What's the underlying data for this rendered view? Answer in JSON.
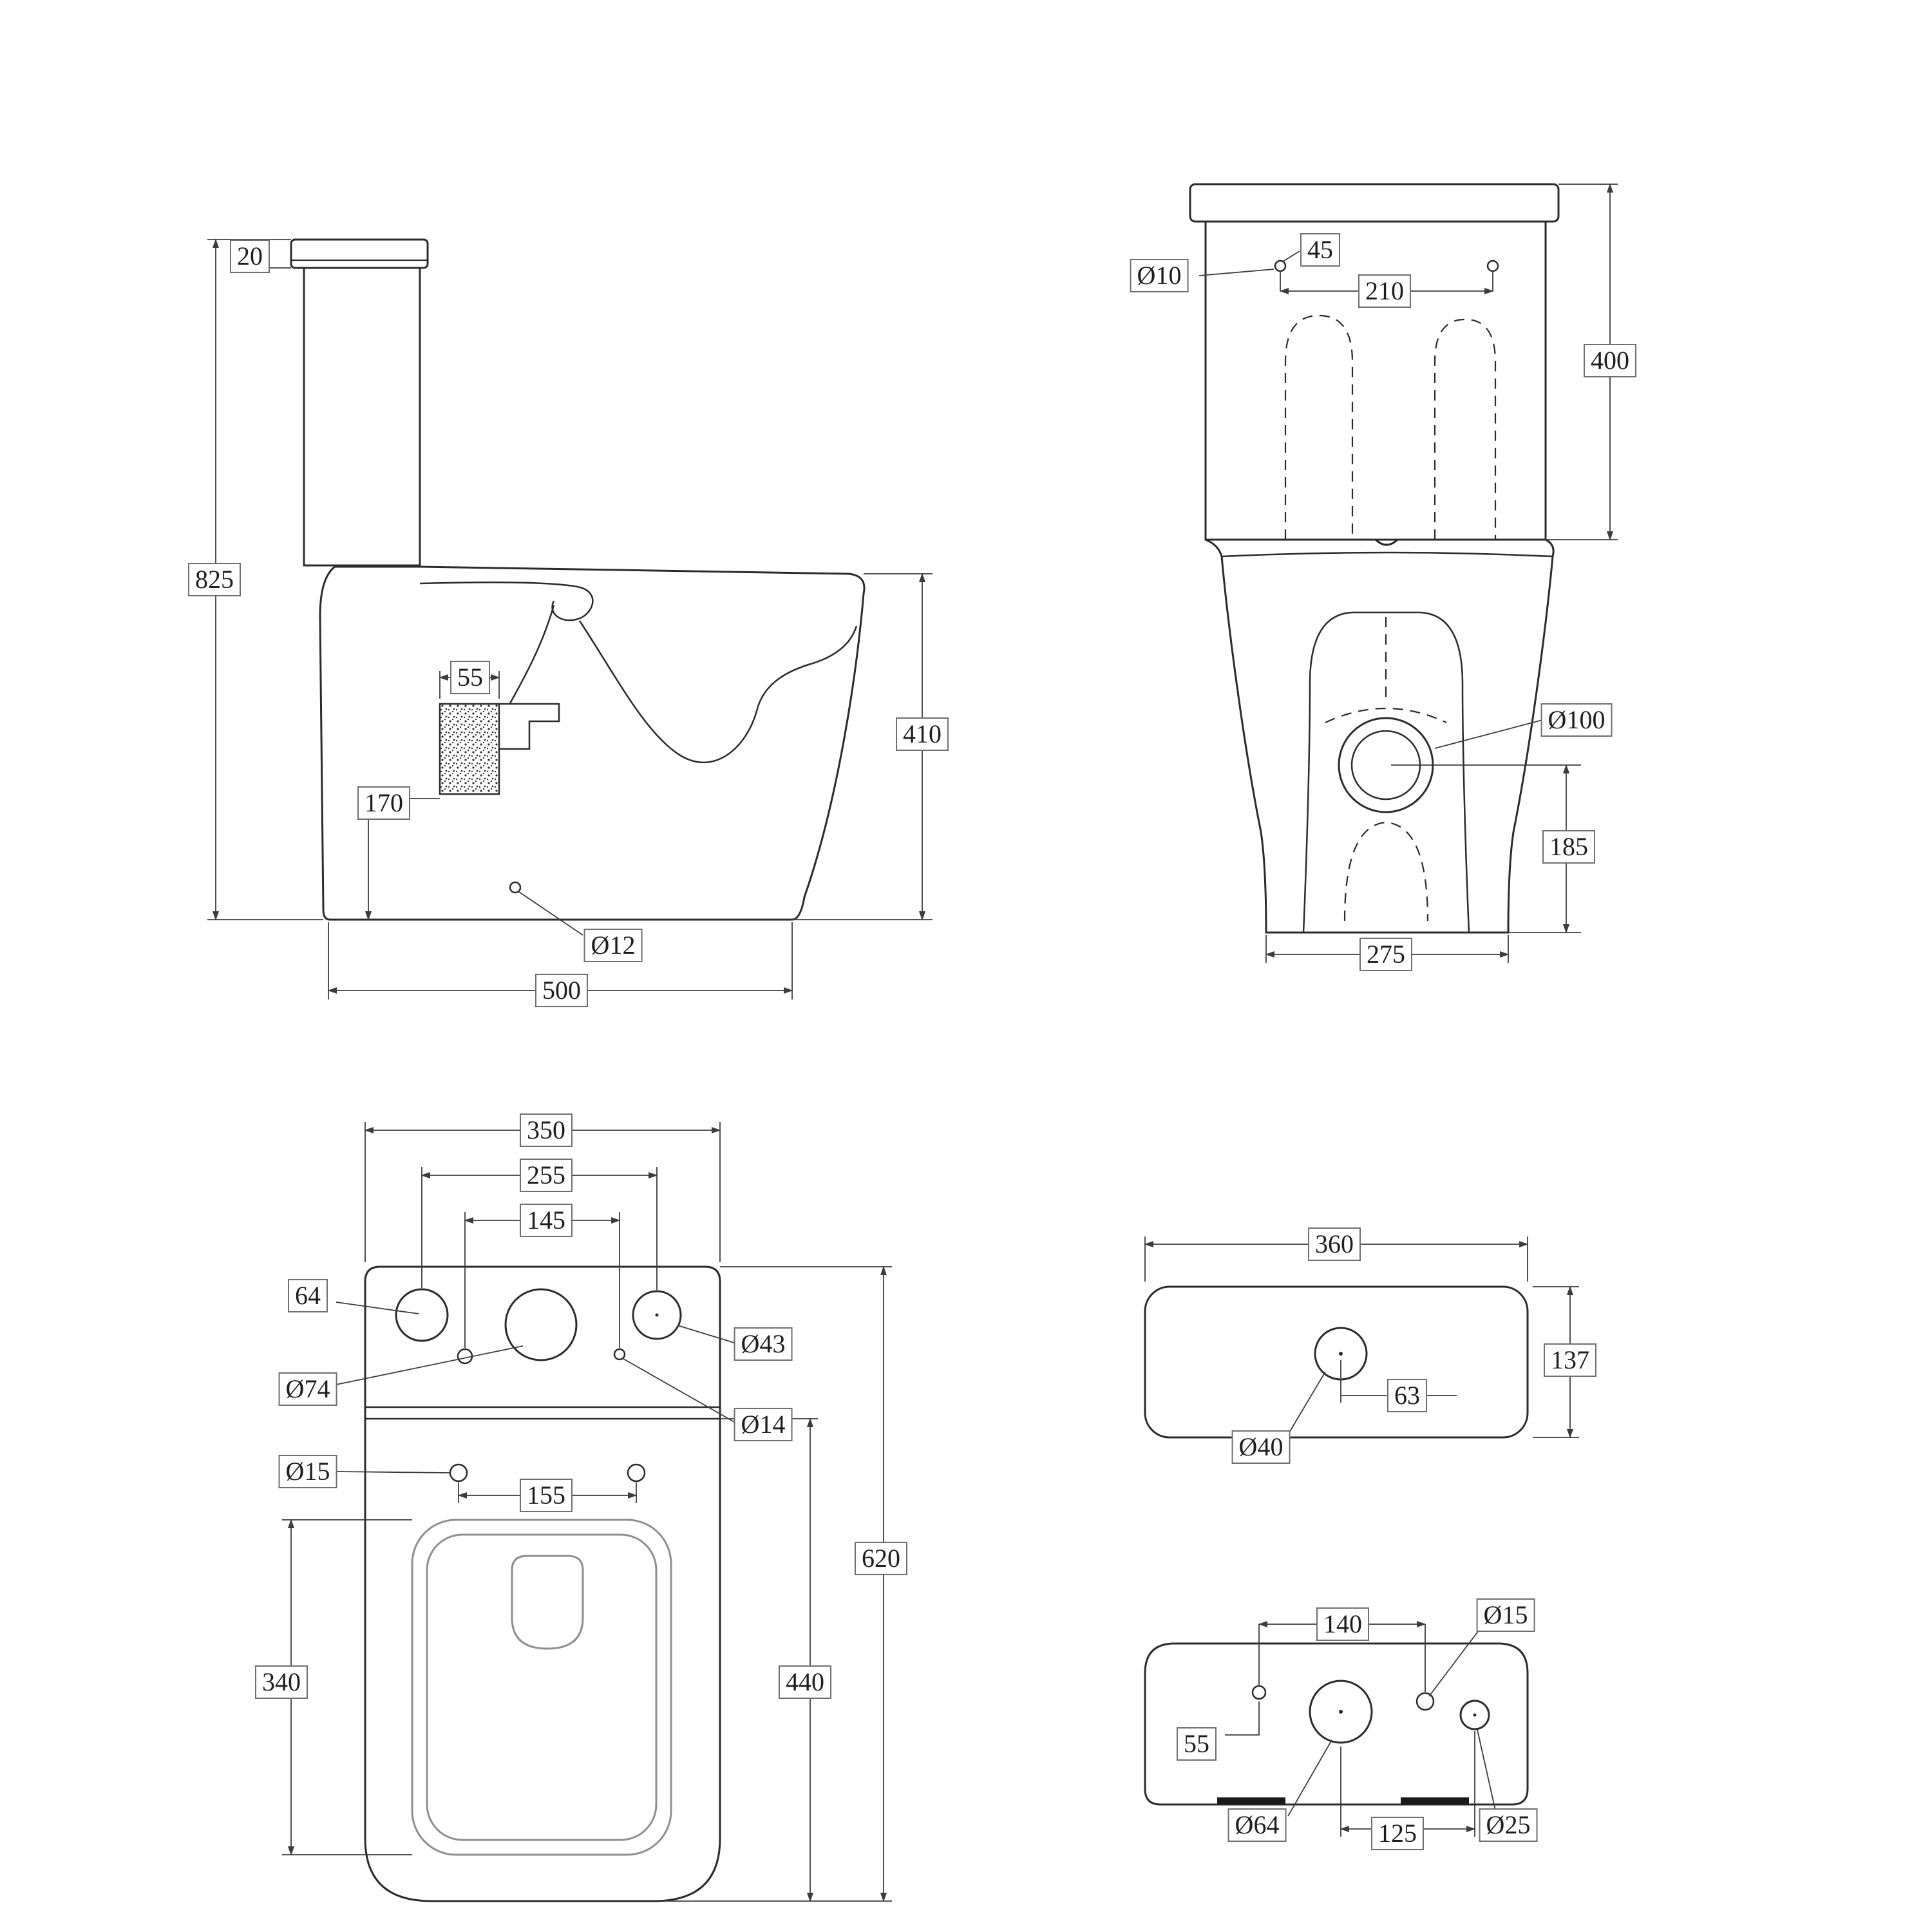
{
  "drawing": {
    "subject": "close-coupled-toilet-technical-drawing",
    "ink_color": "#2b2b2b",
    "dim_line_color": "#3c3c3c",
    "label_border_color": "#6f6f6f"
  },
  "dims": {
    "side": {
      "lid_thickness": "20",
      "overall_height": "825",
      "inlet_width": "55",
      "inlet_height": "170",
      "bowl_height": "410",
      "drain_hole_dia": "Ø12",
      "depth": "500"
    },
    "front": {
      "hole_offset": "45",
      "hole_dia": "Ø10",
      "hole_spacing": "210",
      "tank_height": "400",
      "outlet_dia": "Ø100",
      "outlet_center_height": "185",
      "base_width": "275"
    },
    "top": {
      "overall_width": "350",
      "hole_row_span": "255",
      "hole_pair_span": "145",
      "corner_offset": "64",
      "right_hole_dia": "Ø43",
      "center_hole_dia": "Ø74",
      "small_hole_dia": "Ø14",
      "seat_hole_dia": "Ø15",
      "seat_hole_spacing": "155",
      "overall_depth": "620",
      "seat_opening_length": "340",
      "bowl_depth": "440"
    },
    "lid": {
      "width": "360",
      "depth": "137",
      "hole_offset": "63",
      "hole_dia": "Ø40"
    },
    "cistern": {
      "hole_spacing": "140",
      "small_hole_dia": "Ø15",
      "side_offset": "55",
      "inlet_hole_dia": "Ø64",
      "bottom_hole_spacing": "125",
      "outlet_hole_dia": "Ø25"
    }
  }
}
